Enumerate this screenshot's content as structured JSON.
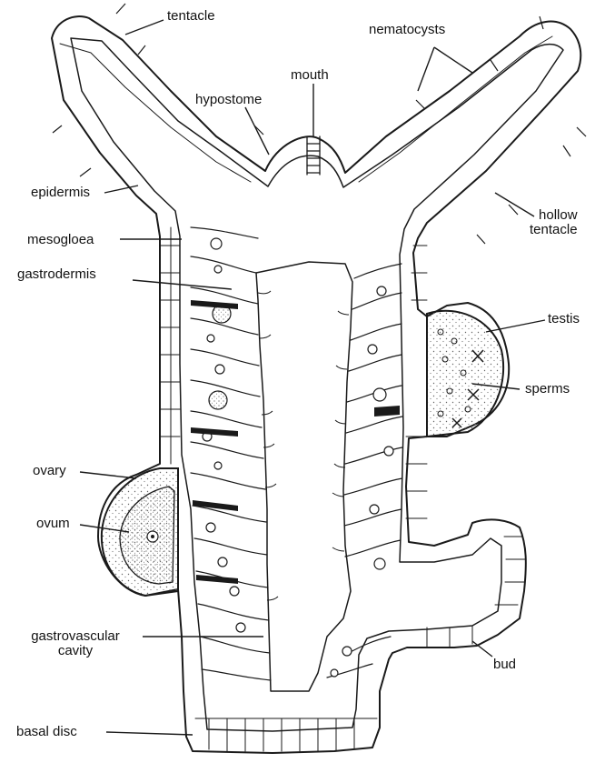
{
  "diagram": {
    "subject": "Hydra longitudinal section",
    "colors": {
      "ink": "#1a1a1a",
      "paper": "#ffffff",
      "stipple": "#666666"
    }
  },
  "labels": {
    "tentacle": "tentacle",
    "nematocysts": "nematocysts",
    "mouth": "mouth",
    "hypostome": "hypostome",
    "epidermis": "epidermis",
    "hollow_tentacle": "hollow\ntentacle",
    "mesogloea": "mesogloea",
    "gastrodermis": "gastrodermis",
    "testis": "testis",
    "sperms": "sperms",
    "ovary": "ovary",
    "ovum": "ovum",
    "gastrovascular_cavity": "gastrovascular\ncavity",
    "bud": "bud",
    "basal_disc": "basal disc"
  }
}
